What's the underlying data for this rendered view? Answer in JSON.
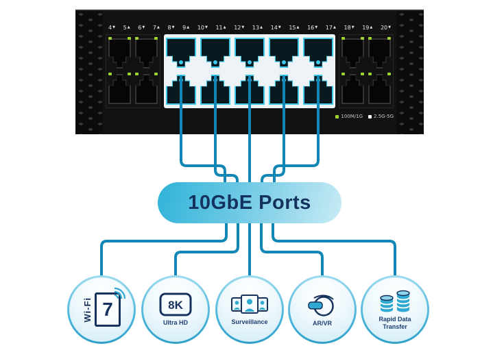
{
  "colors": {
    "accent_teal": "#2FA9D2",
    "port_highlight": "#3FC9EA",
    "connector_line": "#1287B5",
    "navy": "#16325C",
    "led_green": "#9FD32E"
  },
  "switch": {
    "port_numbers": [
      {
        "n": "4",
        "t": "▼"
      },
      {
        "n": "5",
        "t": "▲"
      },
      {
        "n": "6",
        "t": "▼"
      },
      {
        "n": "7",
        "t": "▲"
      },
      {
        "n": "8",
        "t": "▼"
      },
      {
        "n": "9",
        "t": "▲"
      },
      {
        "n": "10",
        "t": "▼"
      },
      {
        "n": "11",
        "t": "▲"
      },
      {
        "n": "12",
        "t": "▼"
      },
      {
        "n": "13",
        "t": "▲"
      },
      {
        "n": "14",
        "t": "▼"
      },
      {
        "n": "15",
        "t": "▲"
      },
      {
        "n": "16",
        "t": "▼"
      },
      {
        "n": "17",
        "t": "▲"
      },
      {
        "n": "18",
        "t": "▼"
      },
      {
        "n": "19",
        "t": "▲"
      },
      {
        "n": "20",
        "t": "▼"
      }
    ],
    "groups": [
      {
        "type": "standard",
        "columns": 2
      },
      {
        "type": "tengig",
        "columns": 5
      },
      {
        "type": "standard",
        "columns": 2
      }
    ],
    "legend": [
      {
        "label": "100M/1G",
        "color": "#9FD32E"
      },
      {
        "label": "2.5G-5G",
        "color": "#FFFFFF"
      }
    ]
  },
  "pill": {
    "label": "10GbE Ports"
  },
  "features": [
    {
      "id": "wifi7",
      "wifi_text": "Wi-Fi",
      "version": "7",
      "label": ""
    },
    {
      "id": "8k",
      "badge": "8K",
      "label": "Ultra HD"
    },
    {
      "id": "surveillance",
      "label": "Surveillance"
    },
    {
      "id": "arvr",
      "label": "AR/VR"
    },
    {
      "id": "rapid",
      "label": "Rapid Data Transfer"
    }
  ]
}
